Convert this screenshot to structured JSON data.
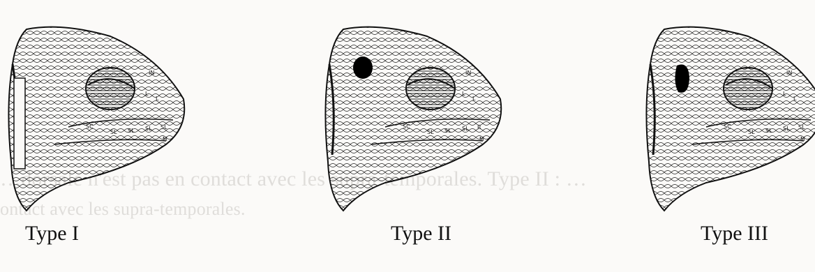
{
  "background_bleed_text": {
    "line1": "…dorsale n'est pas en contact avec les supra-temporales. Type II : …",
    "line2": "ontact avec les supra-temporales."
  },
  "figures": [
    {
      "caption": "Type I",
      "has_spot": false,
      "labels": [
        "IN",
        "L",
        "L",
        "SC",
        "SL",
        "SL",
        "SL",
        "SL",
        "M"
      ]
    },
    {
      "caption": "Type II",
      "has_spot": true,
      "labels": [
        "IN",
        "L",
        "L",
        "SC",
        "SL",
        "SL",
        "SL",
        "R",
        "M"
      ]
    },
    {
      "caption": "Type III",
      "has_spot": true,
      "labels": [
        "IN",
        "L",
        "L",
        "SC",
        "SL",
        "SL",
        "SL",
        "SL",
        "M"
      ]
    }
  ],
  "colors": {
    "ink": "#111111",
    "paper": "#fbfaf8",
    "bleed": "#c9c6c2"
  }
}
